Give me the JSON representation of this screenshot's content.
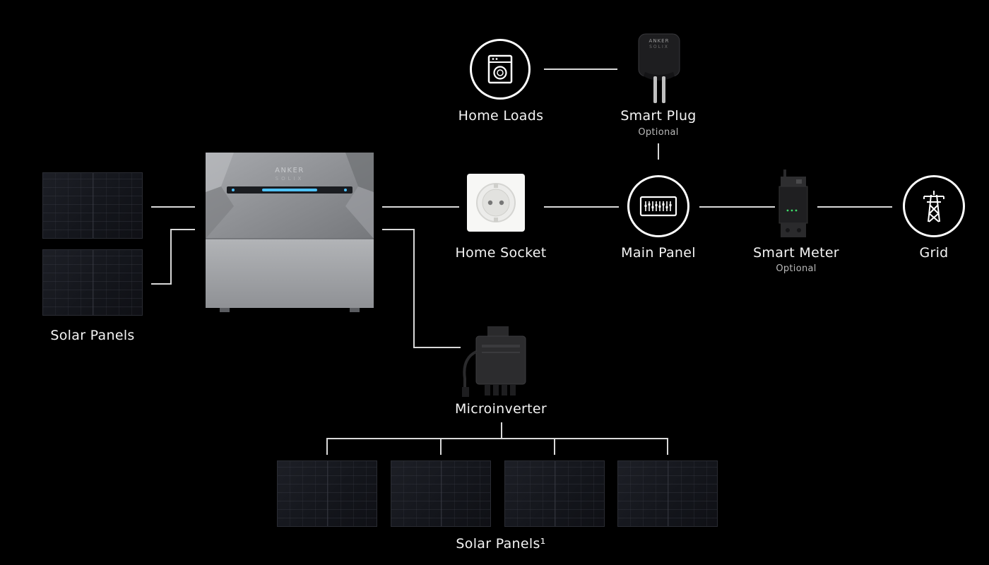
{
  "diagram": {
    "nodes": {
      "home_loads": {
        "label": "Home Loads",
        "icon": "washing-machine-icon"
      },
      "smart_plug": {
        "label": "Smart Plug",
        "note": "Optional",
        "brand": "ANKER",
        "brand_sub": "SOLIX"
      },
      "solar_panels_left": {
        "label": "Solar Panels"
      },
      "battery": {
        "brand": "ANKER",
        "brand_sub": "SOLIX"
      },
      "home_socket": {
        "label": "Home Socket"
      },
      "main_panel": {
        "label": "Main Panel",
        "icon": "breaker-panel-icon"
      },
      "smart_meter": {
        "label": "Smart Meter",
        "note": "Optional"
      },
      "grid": {
        "label": "Grid",
        "icon": "power-tower-icon"
      },
      "microinverter": {
        "label": "Microinverter"
      },
      "solar_panels_bottom": {
        "label": "Solar Panels¹"
      }
    },
    "edges": [
      [
        "home_loads",
        "smart_plug"
      ],
      [
        "smart_plug",
        "main_panel"
      ],
      [
        "solar_panels_left",
        "battery"
      ],
      [
        "battery",
        "home_socket"
      ],
      [
        "battery",
        "microinverter"
      ],
      [
        "home_socket",
        "main_panel"
      ],
      [
        "main_panel",
        "smart_meter"
      ],
      [
        "smart_meter",
        "grid"
      ],
      [
        "microinverter",
        "solar_panels_bottom"
      ]
    ],
    "colors": {
      "background": "#000000",
      "line": "#d9d9d9",
      "accent": "#4fc3ff"
    }
  }
}
